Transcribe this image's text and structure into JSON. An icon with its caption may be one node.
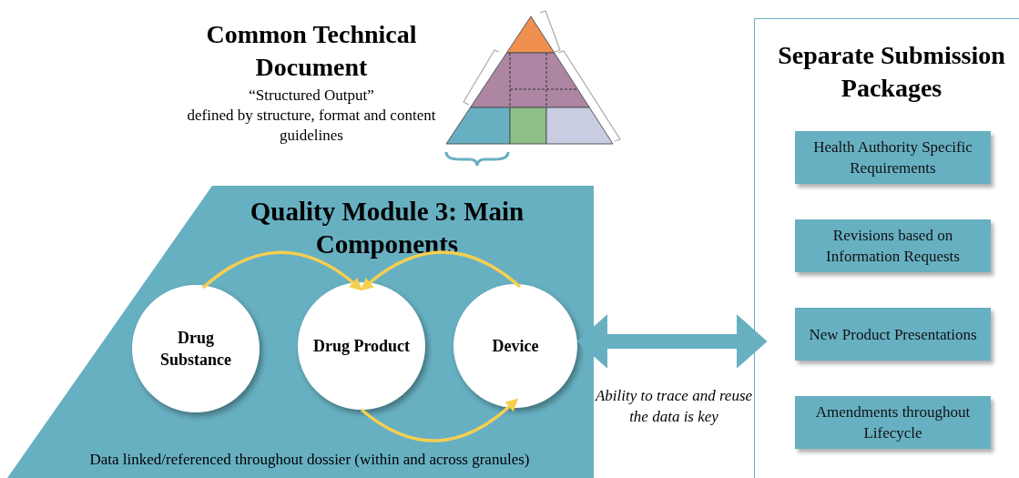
{
  "diagram": {
    "title": "Common Technical Document",
    "nodes": [
      {
        "text": [
          "Quality Module 3: Main Components",
          "Data linked/referenced throughout dossier (within and across granules)"
        ]
      },
      {
        "text": [
          "Drug Substance"
        ],
        "in": 0
      },
      {
        "text": [
          "Drug Product"
        ],
        "in": 0
      },
      {
        "text": [
          "Device"
        ],
        "in": 0
      },
      {
        "text": [
          "Separate Submission Packages"
        ]
      },
      {
        "text": [
          "Health Authority Specific Requirements"
        ],
        "in": 4
      },
      {
        "text": [
          "Revisions based on Information Requests"
        ],
        "in": 4
      },
      {
        "text": [
          "New Product Presentations"
        ],
        "in": 4
      },
      {
        "text": [
          "Amendments throughout Lifecycle"
        ],
        "in": 4
      }
    ],
    "edges": [
      {
        "from": 1,
        "to": 2,
        "arrow": "to"
      },
      {
        "from": 3,
        "to": 2,
        "arrow": "to"
      },
      {
        "from": 2,
        "to": 3,
        "arrow": "to"
      },
      {
        "from": 0,
        "to": 4,
        "arrow": "both",
        "label": "Ability to trace and reuse the data is key",
        "style": "thick",
        "color": "#67b0c2"
      }
    ],
    "labels": [
      "“Structured Output”",
      "defined by structure, format and content guidelines"
    ]
  }
}
